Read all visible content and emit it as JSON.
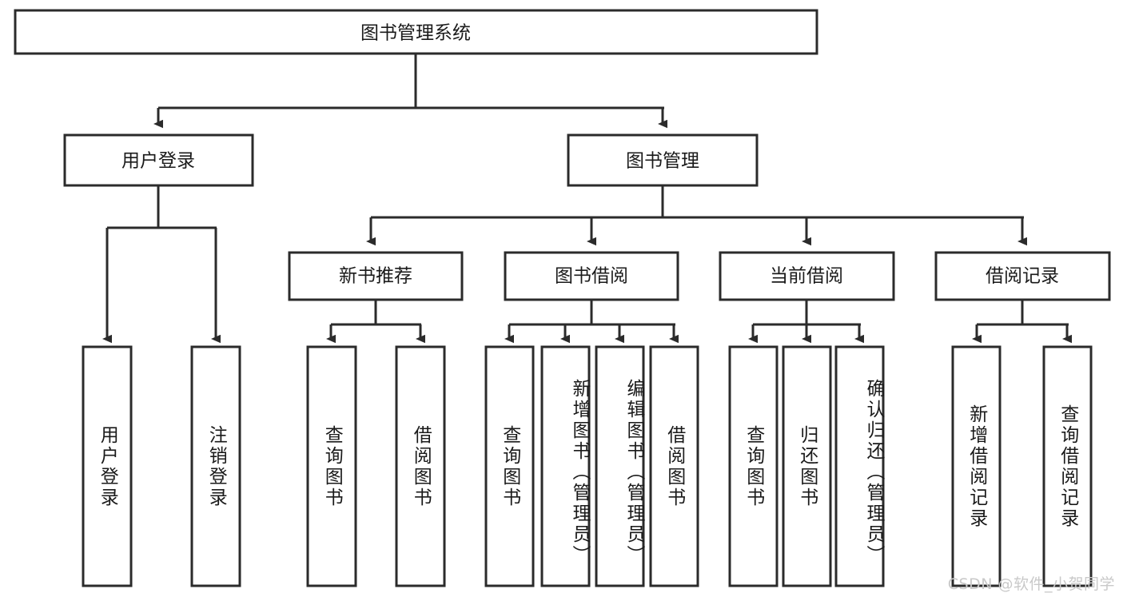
{
  "diagram": {
    "type": "tree",
    "title_node": {
      "id": "root",
      "label": "图书管理系统"
    },
    "level2": [
      {
        "id": "user-login",
        "label": "用户登录"
      },
      {
        "id": "book-manage",
        "label": "图书管理"
      }
    ],
    "level3": [
      {
        "id": "new-book-rec",
        "label": "新书推荐",
        "parent": "book-manage"
      },
      {
        "id": "book-borrow",
        "label": "图书借阅",
        "parent": "book-manage"
      },
      {
        "id": "current-borrow",
        "label": "当前借阅",
        "parent": "book-manage"
      },
      {
        "id": "borrow-record",
        "label": "借阅记录",
        "parent": "book-manage"
      }
    ],
    "leaves": [
      {
        "id": "leaf-user-login",
        "label": "用户登录",
        "parent": "user-login"
      },
      {
        "id": "leaf-logout",
        "label": "注销登录",
        "parent": "user-login"
      },
      {
        "id": "leaf-query-book-1",
        "label": "查询图书",
        "parent": "new-book-rec"
      },
      {
        "id": "leaf-borrow-book-1",
        "label": "借阅图书",
        "parent": "new-book-rec"
      },
      {
        "id": "leaf-query-book-2",
        "label": "查询图书",
        "parent": "book-borrow"
      },
      {
        "id": "leaf-add-book",
        "label": "新增图书（管理员）",
        "parent": "book-borrow"
      },
      {
        "id": "leaf-edit-book",
        "label": "编辑图书（管理员）",
        "parent": "book-borrow"
      },
      {
        "id": "leaf-borrow-book-2",
        "label": "借阅图书",
        "parent": "book-borrow"
      },
      {
        "id": "leaf-query-book-3",
        "label": "查询图书",
        "parent": "current-borrow"
      },
      {
        "id": "leaf-return-book",
        "label": "归还图书",
        "parent": "current-borrow"
      },
      {
        "id": "leaf-confirm-return",
        "label": "确认归还（管理员）",
        "parent": "current-borrow"
      },
      {
        "id": "leaf-add-record",
        "label": "新增借阅记录",
        "parent": "borrow-record"
      },
      {
        "id": "leaf-query-record",
        "label": "查询借阅记录",
        "parent": "borrow-record"
      }
    ]
  },
  "watermark": {
    "text": "CSDN @软件_小贺同学"
  },
  "colors": {
    "stroke": "#2b2b2b",
    "fill": "#ffffff",
    "text": "#1a1a1a",
    "watermark": "#c9c9c9",
    "background": "#ffffff"
  }
}
